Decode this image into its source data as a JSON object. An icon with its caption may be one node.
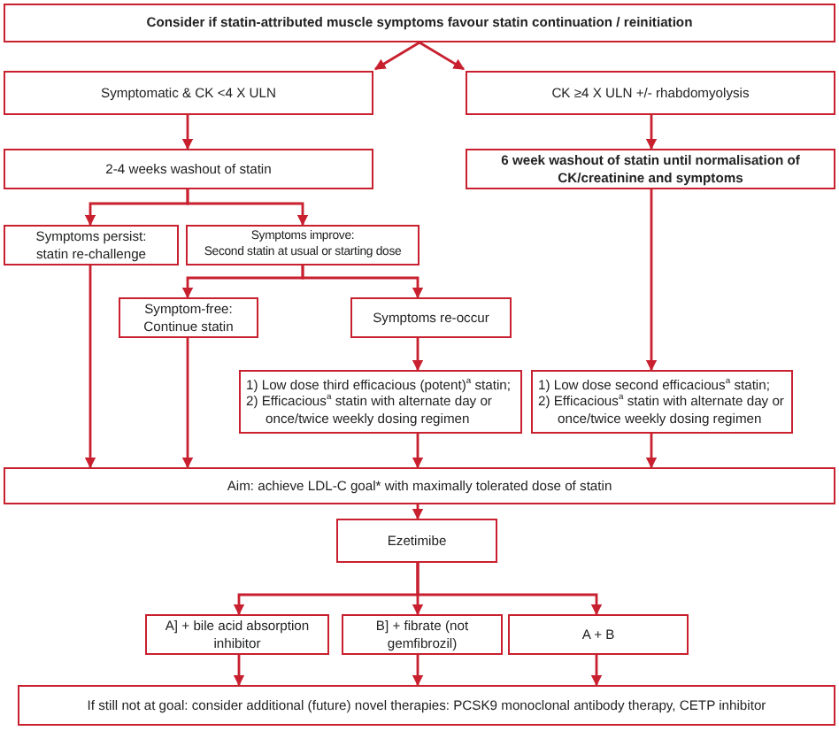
{
  "diagram": {
    "nodes": [
      {
        "text": [
          "Consider if statin-attributed muscle symptoms favour statin continuation / reinitiation"
        ]
      },
      {
        "text": [
          "Symptomatic & CK <4 X ULN"
        ]
      },
      {
        "text": [
          "CK ≥4 X ULN +/- rhabdomyolysis"
        ]
      },
      {
        "text": [
          "2-4 weeks washout of statin"
        ]
      },
      {
        "text": [
          "6 week washout of statin until normalisation of CK/creatinine and symptoms"
        ]
      },
      {
        "text": [
          "Symptoms persist:",
          "statin re-challenge"
        ]
      },
      {
        "text": [
          "Symptoms improve:",
          "Second statin at usual or starting dose"
        ]
      },
      {
        "text": [
          "Symptom-free:",
          "Continue statin"
        ]
      },
      {
        "text": [
          "Symptoms re-occur"
        ]
      },
      {
        "text": [
          "1) Low dose third efficacious (potent)$^{a}$ statin;",
          "2) Efficacious$^{a}$ statin with alternate day or once/twice weekly dosing regimen"
        ]
      },
      {
        "text": [
          "1) Low dose second efficacious$^{a}$ statin;",
          "2) Efficacious$^{a}$ statin with alternate day or once/twice weekly dosing regimen"
        ]
      },
      {
        "text": [
          "Aim: achieve LDL-C goal* with maximally tolerated dose of statin"
        ]
      },
      {
        "text": [
          "Ezetimibe"
        ]
      },
      {
        "text": [
          "A] + bile acid absorption inhibitor"
        ]
      },
      {
        "text": [
          "B] + fibrate (not gemfibrozil)"
        ]
      },
      {
        "text": [
          "A + B"
        ]
      },
      {
        "text": [
          "If still not at goal: consider additional (future) novel therapies: PCSK9 monoclonal antibody therapy, CETP inhibitor"
        ]
      }
    ],
    "edges": [
      {
        "from": 0,
        "to": 1,
        "arrow": "to"
      },
      {
        "from": 0,
        "to": 2,
        "arrow": "to"
      },
      {
        "from": 1,
        "to": 3,
        "arrow": "to"
      },
      {
        "from": 2,
        "to": 4,
        "arrow": "to"
      },
      {
        "from": 3,
        "to": 5,
        "arrow": "to"
      },
      {
        "from": 3,
        "to": 6,
        "arrow": "to"
      },
      {
        "from": 6,
        "to": 7,
        "arrow": "to"
      },
      {
        "from": 6,
        "to": 8,
        "arrow": "to"
      },
      {
        "from": 8,
        "to": 9,
        "arrow": "to"
      },
      {
        "from": 4,
        "to": 10,
        "arrow": "to"
      },
      {
        "from": 5,
        "to": 11,
        "arrow": "to"
      },
      {
        "from": 7,
        "to": 11,
        "arrow": "to"
      },
      {
        "from": 9,
        "to": 11,
        "arrow": "to"
      },
      {
        "from": 10,
        "to": 11,
        "arrow": "to"
      },
      {
        "from": 11,
        "to": 12,
        "arrow": "to"
      },
      {
        "from": 12,
        "to": 13,
        "arrow": "to"
      },
      {
        "from": 12,
        "to": 14,
        "arrow": "to"
      },
      {
        "from": 12,
        "to": 15,
        "arrow": "to"
      },
      {
        "from": 13,
        "to": 16,
        "arrow": "to"
      },
      {
        "from": 14,
        "to": 16,
        "arrow": "to"
      },
      {
        "from": 15,
        "to": 16,
        "arrow": "to"
      }
    ]
  }
}
